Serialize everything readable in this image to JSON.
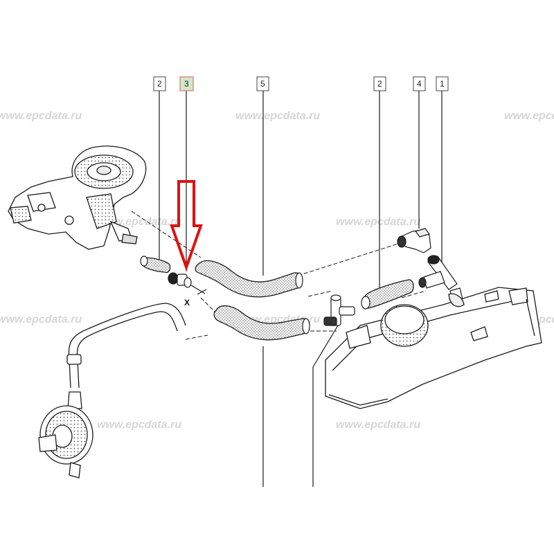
{
  "watermark": {
    "text": "www.epcdata.ru"
  },
  "callouts": [
    {
      "label": "2",
      "highlighted": false
    },
    {
      "label": "3",
      "highlighted": true
    },
    {
      "label": "5",
      "highlighted": false
    },
    {
      "label": "2",
      "highlighted": false
    },
    {
      "label": "4",
      "highlighted": false
    },
    {
      "label": "1",
      "highlighted": false
    }
  ],
  "detail_marker": "X",
  "colors": {
    "line": "#1a1a1a",
    "callout_border": "#444444",
    "highlight_border": "#e07070",
    "highlight_fill": "#cfe8c9",
    "arrow": "#e01010",
    "hose_dots": "#555555",
    "watermark": "#d6d6d6"
  },
  "icons": {
    "pointer_arrow": "red-down-arrow"
  }
}
